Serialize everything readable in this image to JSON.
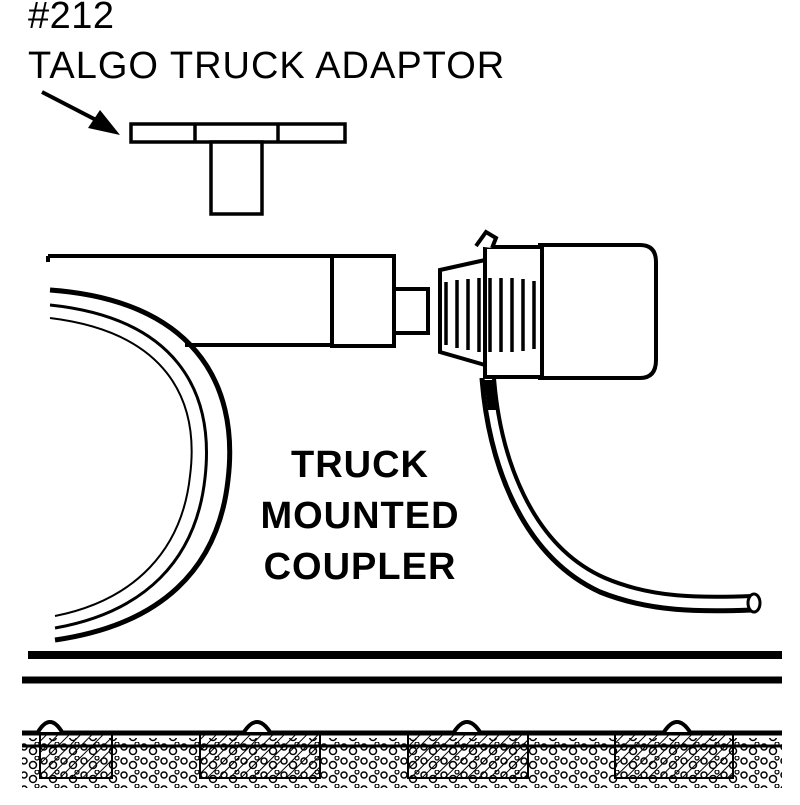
{
  "labels": {
    "part_number": "#212",
    "part_name": "TALGO TRUCK ADAPTOR",
    "main_line1": "TRUCK",
    "main_line2": "MOUNTED",
    "main_line3": "COUPLER"
  },
  "colors": {
    "ink": "#000000",
    "paper": "#ffffff"
  }
}
